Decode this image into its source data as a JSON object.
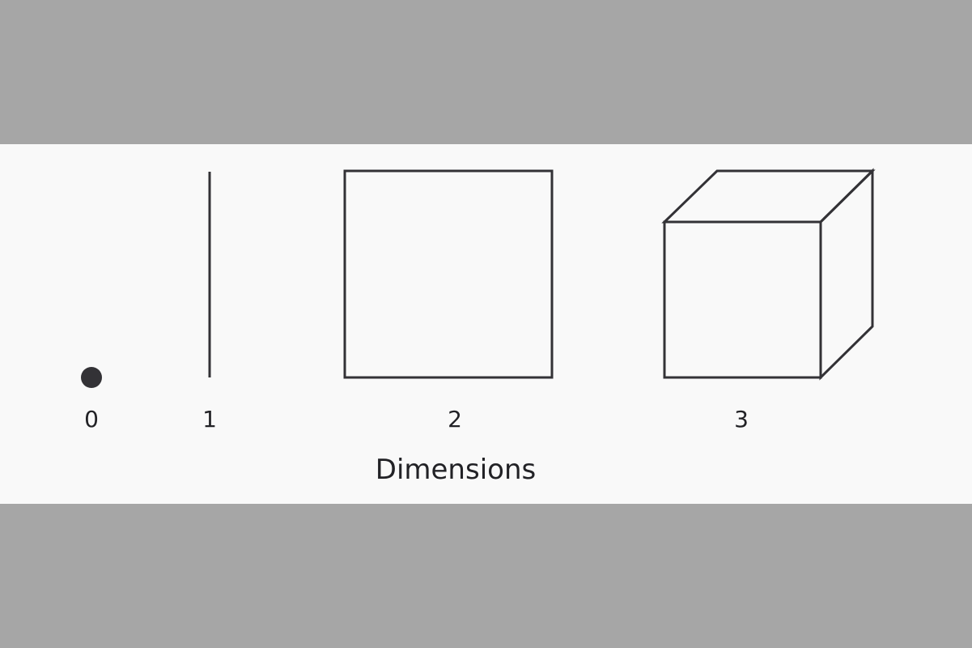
{
  "colors": {
    "background_band": "#a6a6a6",
    "panel": "#f9f9f9",
    "stroke": "#333236",
    "text": "#222226"
  },
  "figures": [
    {
      "label": "0",
      "shape": "point"
    },
    {
      "label": "1",
      "shape": "line"
    },
    {
      "label": "2",
      "shape": "square"
    },
    {
      "label": "3",
      "shape": "cube"
    }
  ],
  "caption": "Dimensions"
}
